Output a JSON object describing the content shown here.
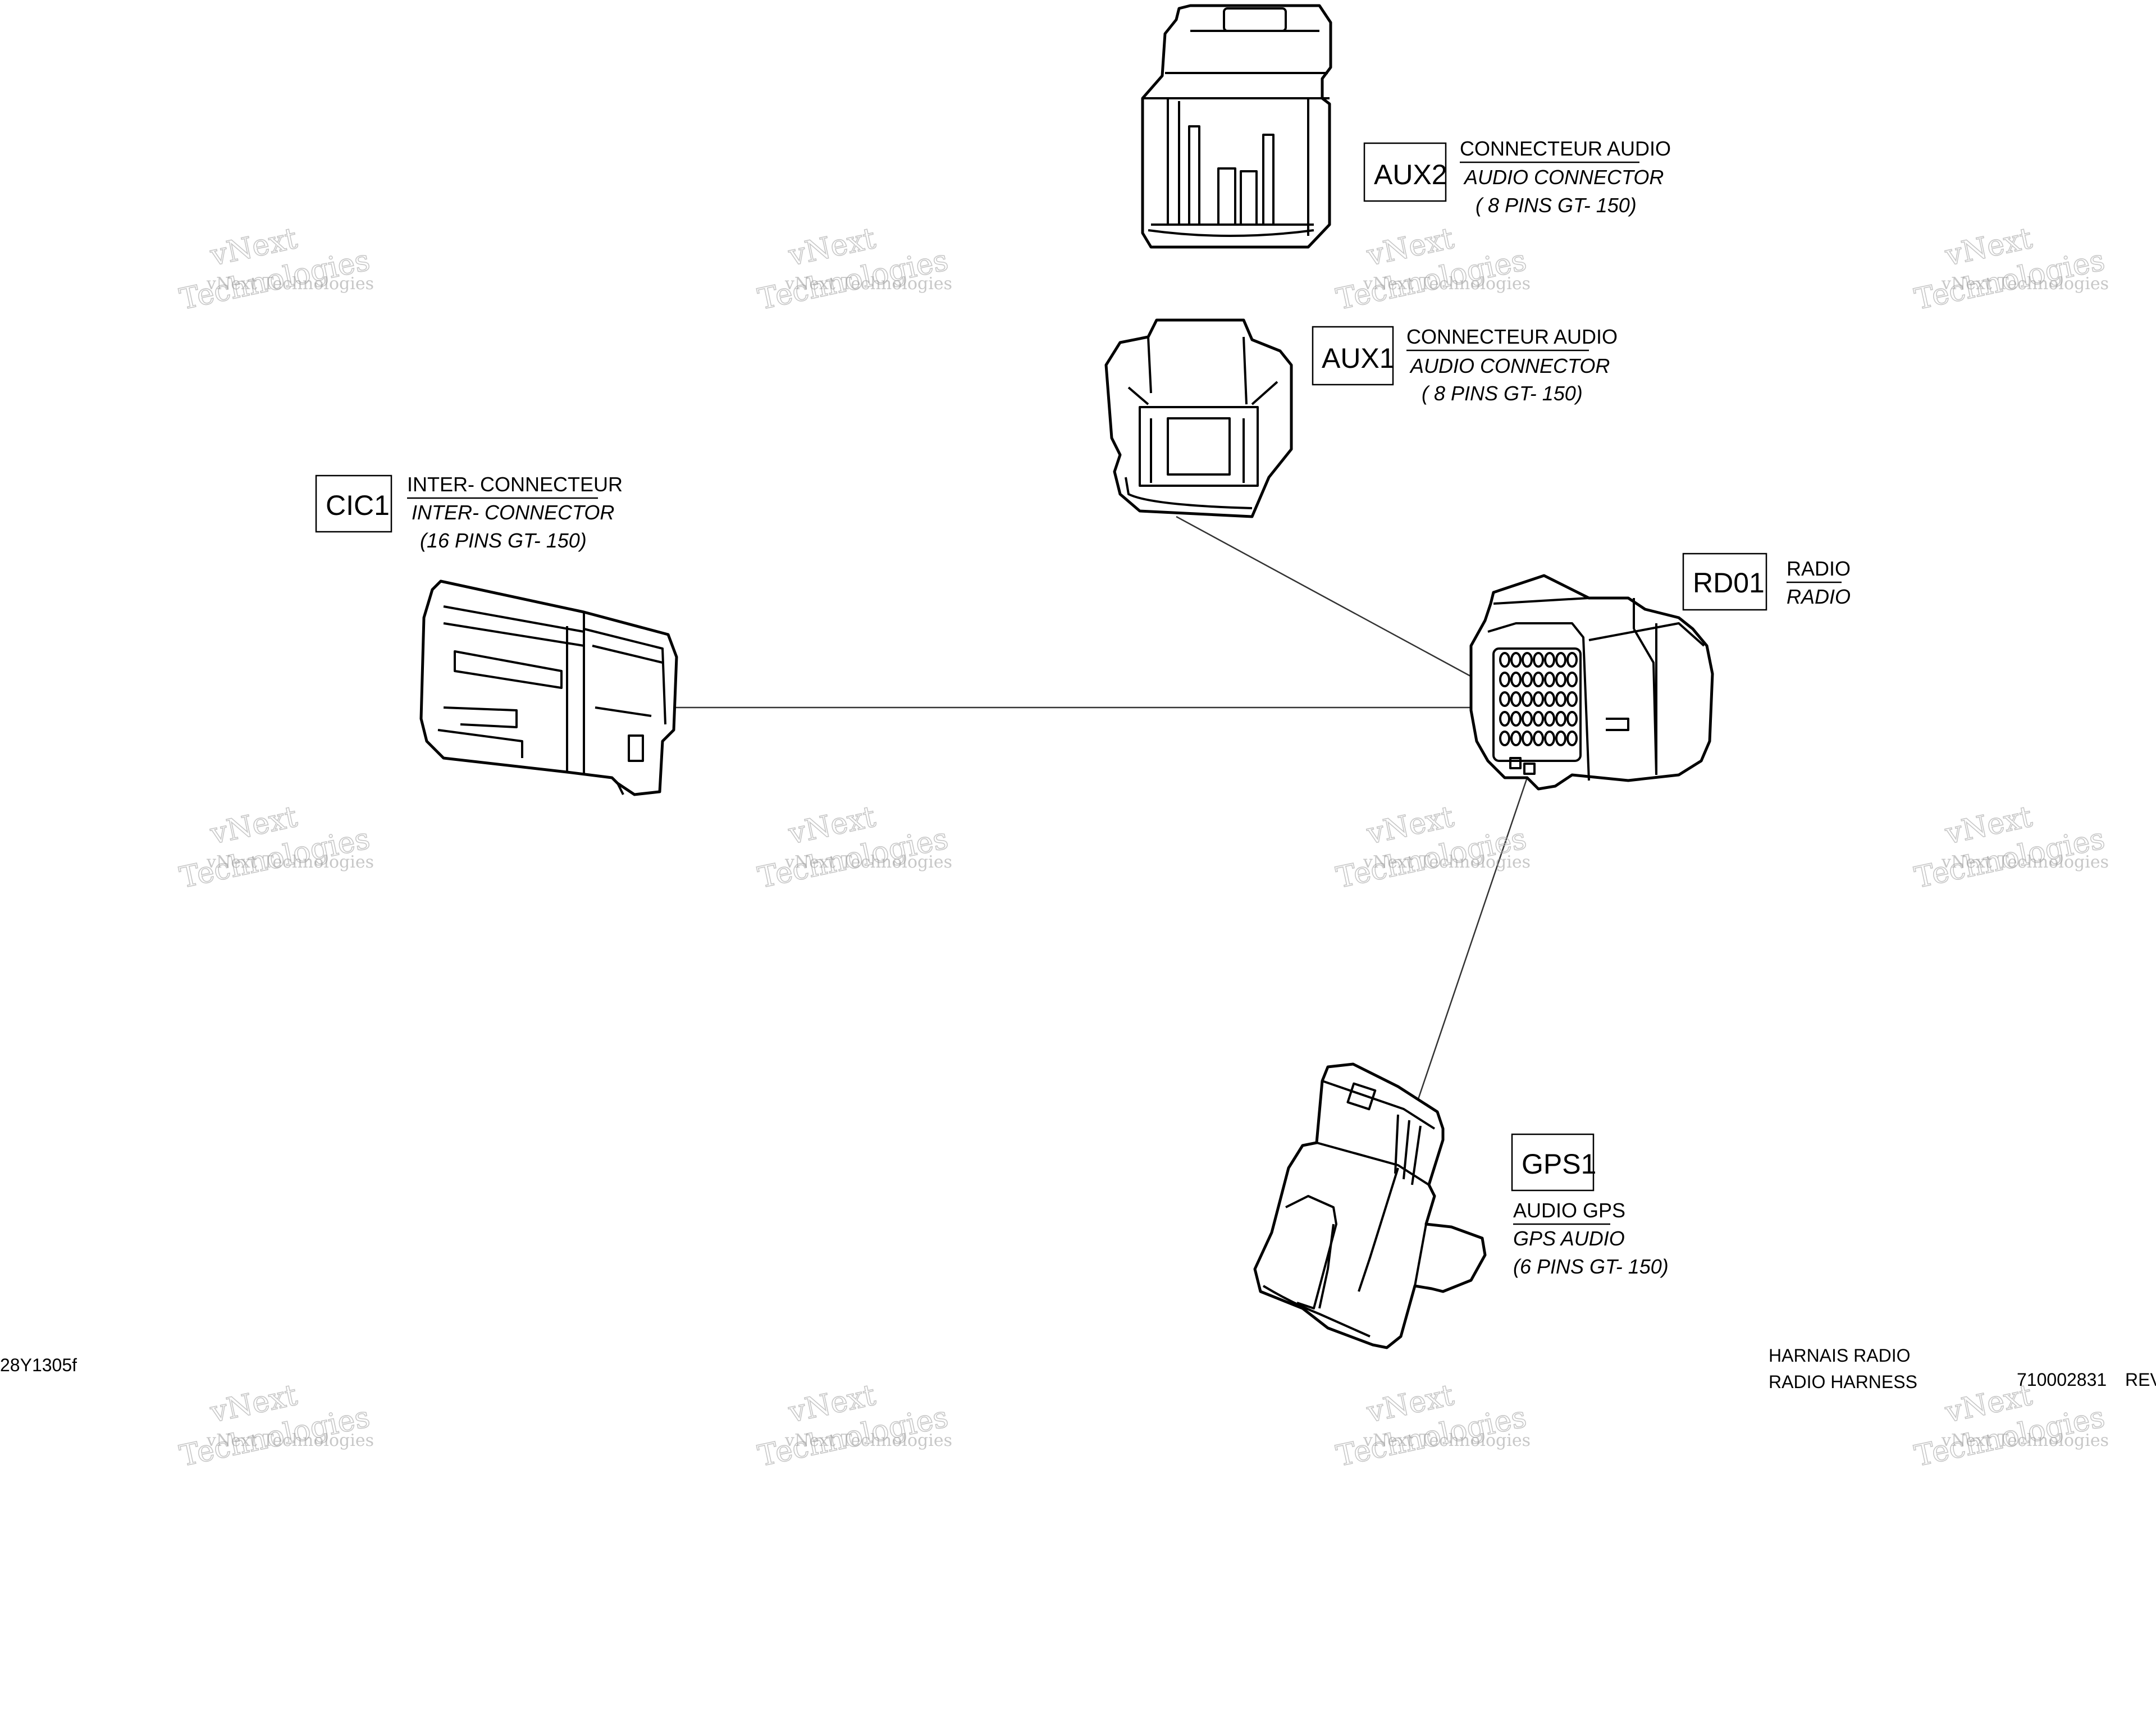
{
  "connectors": [
    {
      "id": "aux2",
      "tag": "AUX2",
      "line1": "CONNECTEUR AUDIO",
      "line2": "AUDIO CONNECTOR",
      "line3": "( 8 PINS GT-  150)"
    },
    {
      "id": "aux1",
      "tag": "AUX1",
      "line1": "CONNECTEUR AUDIO",
      "line2": "AUDIO CONNECTOR",
      "line3": "( 8 PINS GT-  150)"
    },
    {
      "id": "cic1",
      "tag": "CIC1",
      "line1": "INTER-  CONNECTEUR",
      "line2": "INTER-  CONNECTOR",
      "line3": "(16 PINS GT-  150)"
    },
    {
      "id": "rd01",
      "tag": "RD01",
      "line1": "RADIO",
      "line2": "RADIO",
      "line3": ""
    },
    {
      "id": "gps1",
      "tag": "GPS1",
      "line1": "AUDIO GPS",
      "line2": "GPS AUDIO",
      "line3": "(6 PINS GT-  150)"
    }
  ],
  "footer": {
    "ref_code": "28Y1305f",
    "title_fr": "HARNAIS RADIO",
    "title_en": "RADIO HARNESS",
    "part_number": "710002831",
    "rev": "REV"
  },
  "watermark": {
    "small": "vNext Technologies",
    "big1": "vNext",
    "big2": "Technologies"
  },
  "colors": {
    "line": "#000000",
    "background": "#ffffff",
    "watermark": "#9a9a9a"
  }
}
